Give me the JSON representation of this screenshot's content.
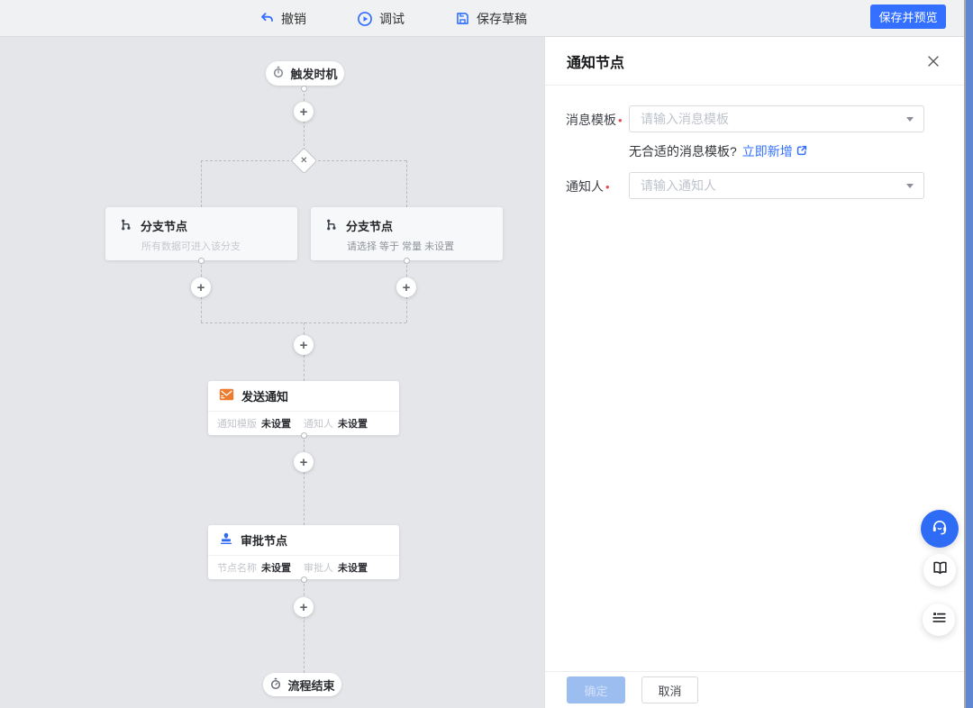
{
  "toolbar": {
    "undo_label": "撤销",
    "debug_label": "调试",
    "save_draft_label": "保存草稿",
    "save_preview_label": "保存并预览"
  },
  "panel": {
    "title": "通知节点",
    "required_mark": "•",
    "fields": [
      {
        "label": "消息模板",
        "placeholder": "请输入消息模板"
      },
      {
        "label": "通知人",
        "placeholder": "请输入通知人"
      }
    ],
    "helper": {
      "question": "无合适的消息模板?",
      "link": "立即新增"
    },
    "footer": {
      "confirm": "确定",
      "cancel": "取消"
    }
  },
  "flow": {
    "trigger_label": "触发时机",
    "end_label": "流程结束",
    "branches": [
      {
        "title": "分支节点",
        "subtitle": "所有数据可进入该分支"
      },
      {
        "title": "分支节点",
        "subtitle": "请选择 等于 常量 未设置"
      }
    ],
    "notify": {
      "title": "发送通知",
      "fields": [
        {
          "label": "通知模版",
          "value": "未设置"
        },
        {
          "label": "通知人",
          "value": "未设置"
        }
      ]
    },
    "approval": {
      "title": "审批节点",
      "fields": [
        {
          "label": "节点名称",
          "value": "未设置"
        },
        {
          "label": "审批人",
          "value": "未设置"
        }
      ]
    }
  },
  "glyphs": {
    "plus": "+",
    "cross": "✕"
  },
  "colors": {
    "accent": "#3370ff",
    "canvas_bg": "#e4e6e9",
    "mail_orange": "#ed7b2f",
    "stamp_blue": "#2f6bf0",
    "required_red": "#e34d59",
    "confirm_disabled_bg": "#9cbdf0"
  }
}
